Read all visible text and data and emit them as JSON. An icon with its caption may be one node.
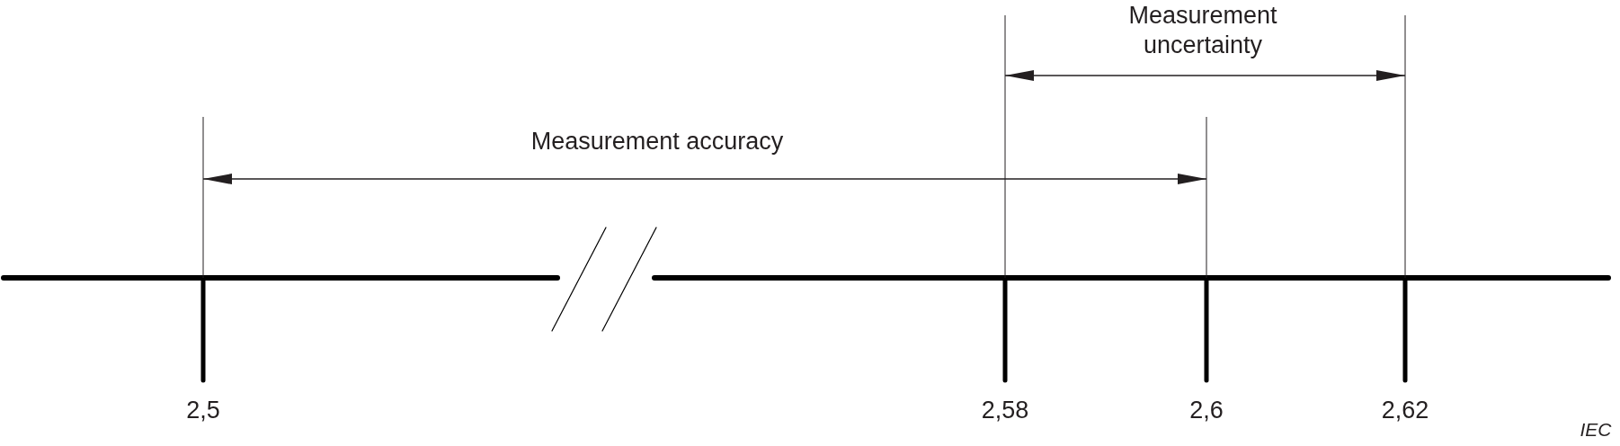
{
  "diagram": {
    "labels": [
      "Measurement uncertainty",
      "Measurement accuracy",
      "2,5",
      "2,58",
      "2,6",
      "2,62",
      "IEC"
    ]
  }
}
